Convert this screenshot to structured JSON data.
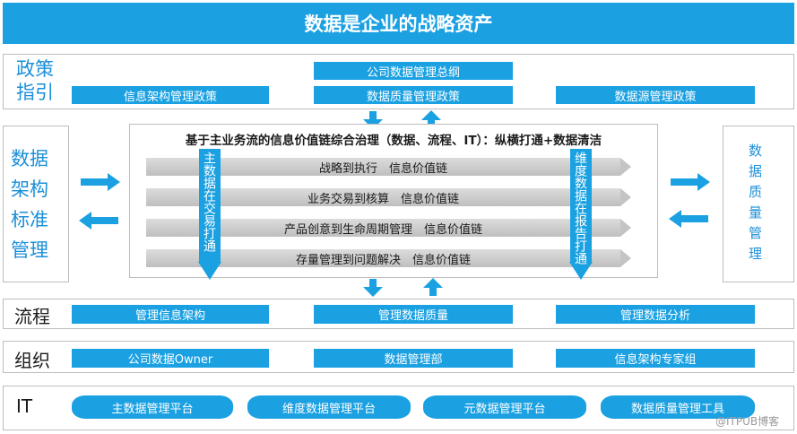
{
  "title": "数据是企业的战略资产",
  "policy": {
    "label": "政策\n指引",
    "top_item": "公司数据管理总纲",
    "items": [
      "信息架构管理政策",
      "数据质量管理政策",
      "数据源管理政策"
    ]
  },
  "left_side": {
    "label": "数据架构标准管理"
  },
  "right_side": {
    "label": "数据质量管理"
  },
  "center": {
    "heading": "基于主业务流的信息价值链综合治理（数据、流程、IT）：纵横打通+数据清洁",
    "chains": [
      "战略到执行　信息价值链",
      "业务交易到核算　信息价值链",
      "产品创意到生命周期管理　信息价值链",
      "存量管理到问题解决　信息价值链"
    ],
    "left_vertical": "主数据在交易打通",
    "right_vertical": "维度数据在报告打通"
  },
  "process": {
    "label": "流程",
    "items": [
      "管理信息架构",
      "管理数据质量",
      "管理数据分析"
    ]
  },
  "organization": {
    "label": "组织",
    "items": [
      "公司数据Owner",
      "数据管理部",
      "信息架构专家组"
    ]
  },
  "it": {
    "label": "IT",
    "items": [
      "主数据管理平台",
      "维度数据管理平台",
      "元数据管理平台",
      "数据质量管理工具"
    ]
  },
  "watermark": "@ITPUB博客",
  "colors": {
    "accent": "#1ba1e2",
    "chain_grey": "#c8c8c8",
    "panel_border": "#bdbdbd"
  }
}
